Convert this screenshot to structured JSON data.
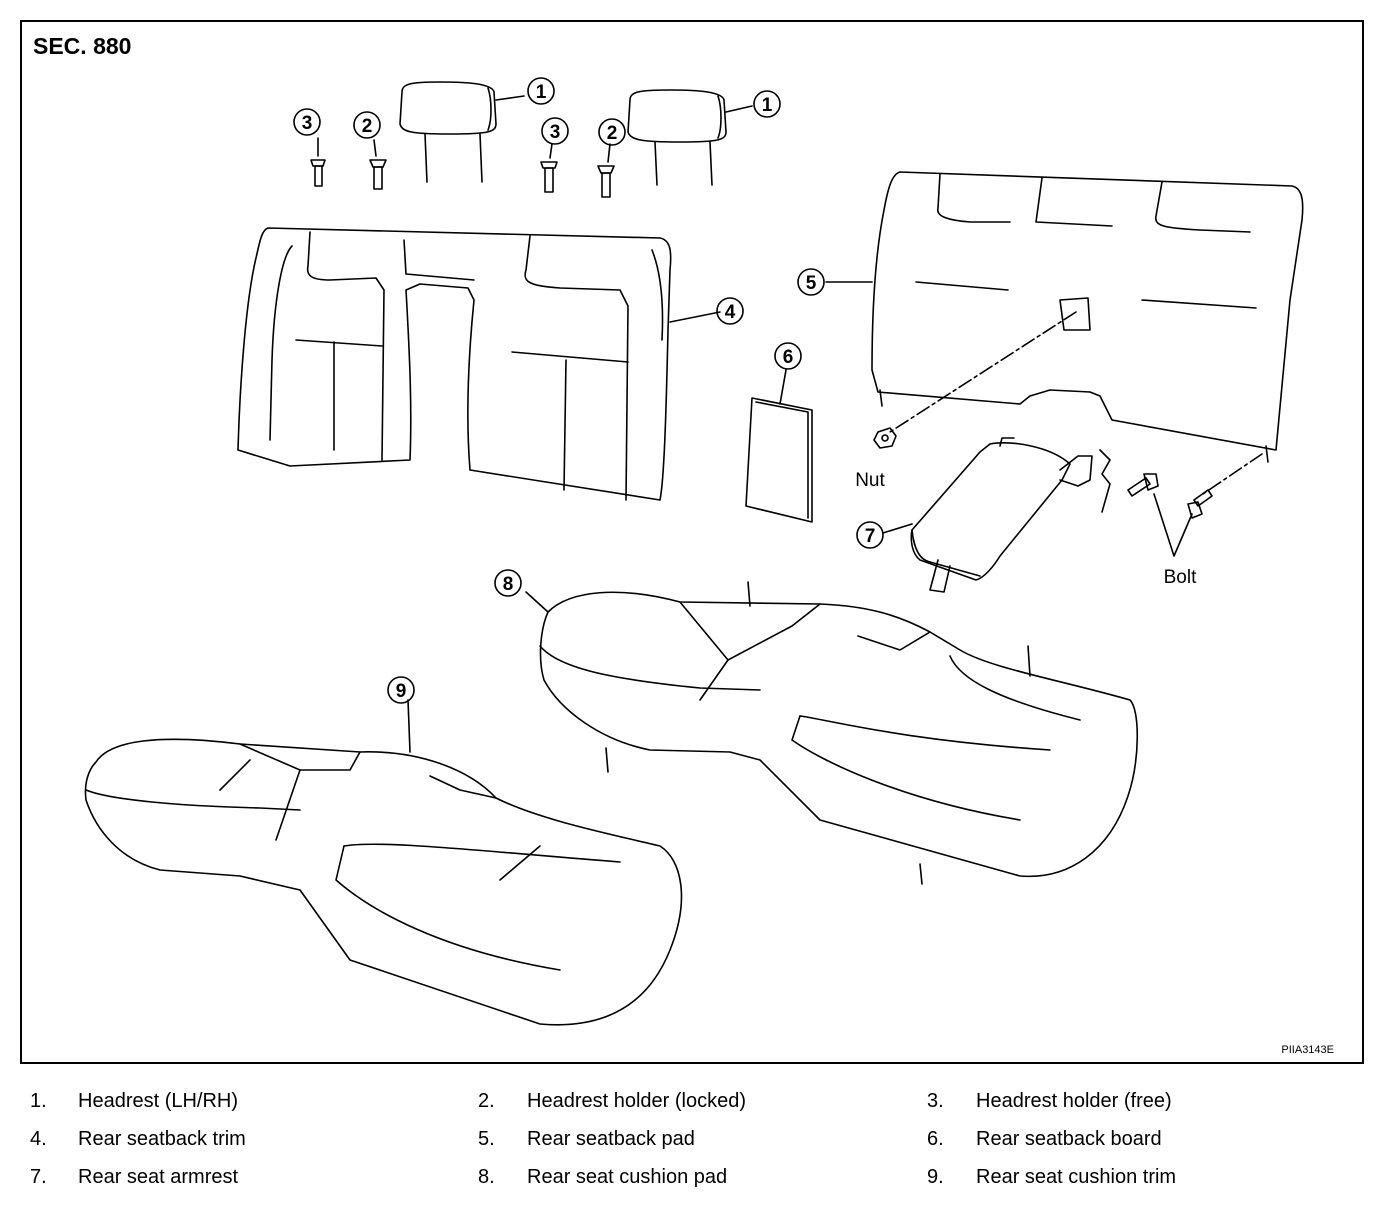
{
  "section_title": "SEC. 880",
  "figure_code": "PIIA3143E",
  "callouts": [
    "1",
    "2",
    "3",
    "4",
    "5",
    "6",
    "7",
    "8",
    "9"
  ],
  "text_labels": {
    "nut": "Nut",
    "bolt": "Bolt"
  },
  "legend": [
    [
      {
        "num": "1.",
        "text": "Headrest (LH/RH)"
      },
      {
        "num": "2.",
        "text": "Headrest holder (locked)"
      },
      {
        "num": "3.",
        "text": "Headrest holder (free)"
      }
    ],
    [
      {
        "num": "4.",
        "text": "Rear seatback trim"
      },
      {
        "num": "5.",
        "text": "Rear seatback pad"
      },
      {
        "num": "6.",
        "text": "Rear seatback board"
      }
    ],
    [
      {
        "num": "7.",
        "text": "Rear seat armrest"
      },
      {
        "num": "8.",
        "text": "Rear seat cushion pad"
      },
      {
        "num": "9.",
        "text": "Rear seat cushion trim"
      }
    ]
  ]
}
